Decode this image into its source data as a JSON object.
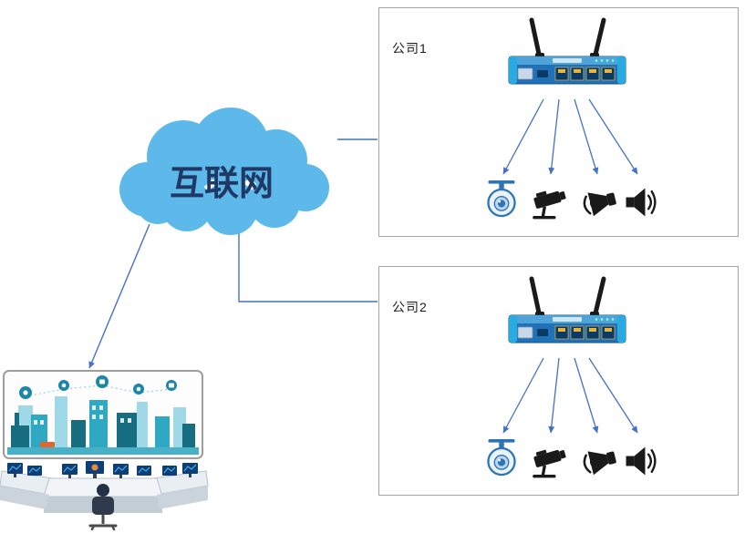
{
  "diagram": {
    "title": "internet-to-branch-surveillance-topology",
    "cloud": {
      "label": "互联网"
    },
    "sites": [
      {
        "label": "公司1",
        "router": "industrial-wireless-router",
        "devices": [
          "dome-camera",
          "bullet-camera",
          "horn-speaker",
          "loudspeaker"
        ]
      },
      {
        "label": "公司2",
        "router": "industrial-wireless-router",
        "devices": [
          "dome-camera",
          "bullet-camera",
          "horn-speaker",
          "loudspeaker"
        ]
      }
    ],
    "monitoring_center": {
      "name": "monitoring-center-illustration"
    },
    "connections": [
      {
        "from": "internet-cloud",
        "to": "site-1-box"
      },
      {
        "from": "internet-cloud",
        "to": "site-2-box"
      },
      {
        "from": "internet-cloud",
        "to": "monitoring-center",
        "arrow": true
      },
      {
        "from": "site-1-router",
        "to": "site-1-devices",
        "arrow": true
      },
      {
        "from": "site-2-router",
        "to": "site-2-devices",
        "arrow": true
      }
    ],
    "colors": {
      "cloud_fill": "#5CB9EA",
      "cloud_text": "#1F3864",
      "connector": "#4472C4",
      "box_border": "#A6A6A6",
      "router_body": "#1F71B8",
      "router_accent": "#29ABE2",
      "device_blue": "#2E75B6",
      "device_black": "#1A1A1A",
      "city_teal": "#2FA8C4"
    }
  }
}
